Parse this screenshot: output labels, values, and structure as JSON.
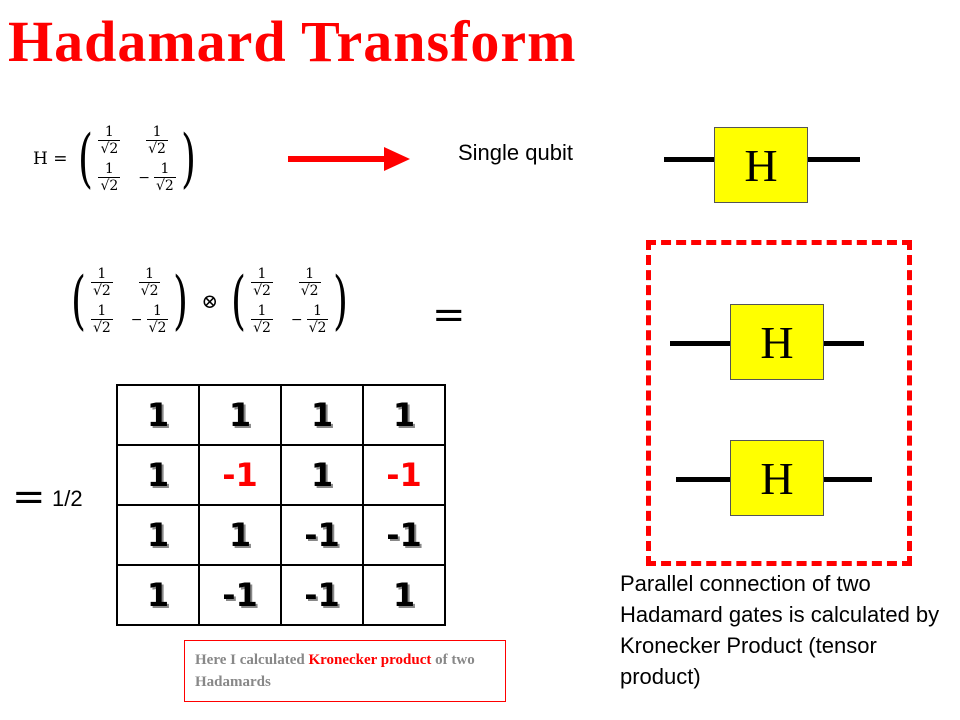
{
  "title": "Hadamard Transform",
  "single_qubit_label": "Single qubit",
  "h_label": "H =",
  "gate_label": "H",
  "otimes": "⊗",
  "equals": "=",
  "half": "1/2",
  "matrix_entry": {
    "num": "1",
    "den": "√2",
    "neg": "−"
  },
  "result_matrix": [
    [
      "1",
      "1",
      "1",
      "1"
    ],
    [
      "1",
      "-1",
      "1",
      "-1"
    ],
    [
      "1",
      "1",
      "-1",
      "-1"
    ],
    [
      "1",
      "-1",
      "-1",
      "1"
    ]
  ],
  "note": {
    "pre": "Here I calculated ",
    "highlight": "Kronecker product",
    "post": " of two Hadamards"
  },
  "description": "Parallel connection of two Hadamard gates is calculated by Kronecker Product (tensor product)",
  "colors": {
    "title": "#ff0000",
    "arrow": "#ff0000",
    "gate": "#ffff00",
    "dashed_box": "#ff0000"
  }
}
